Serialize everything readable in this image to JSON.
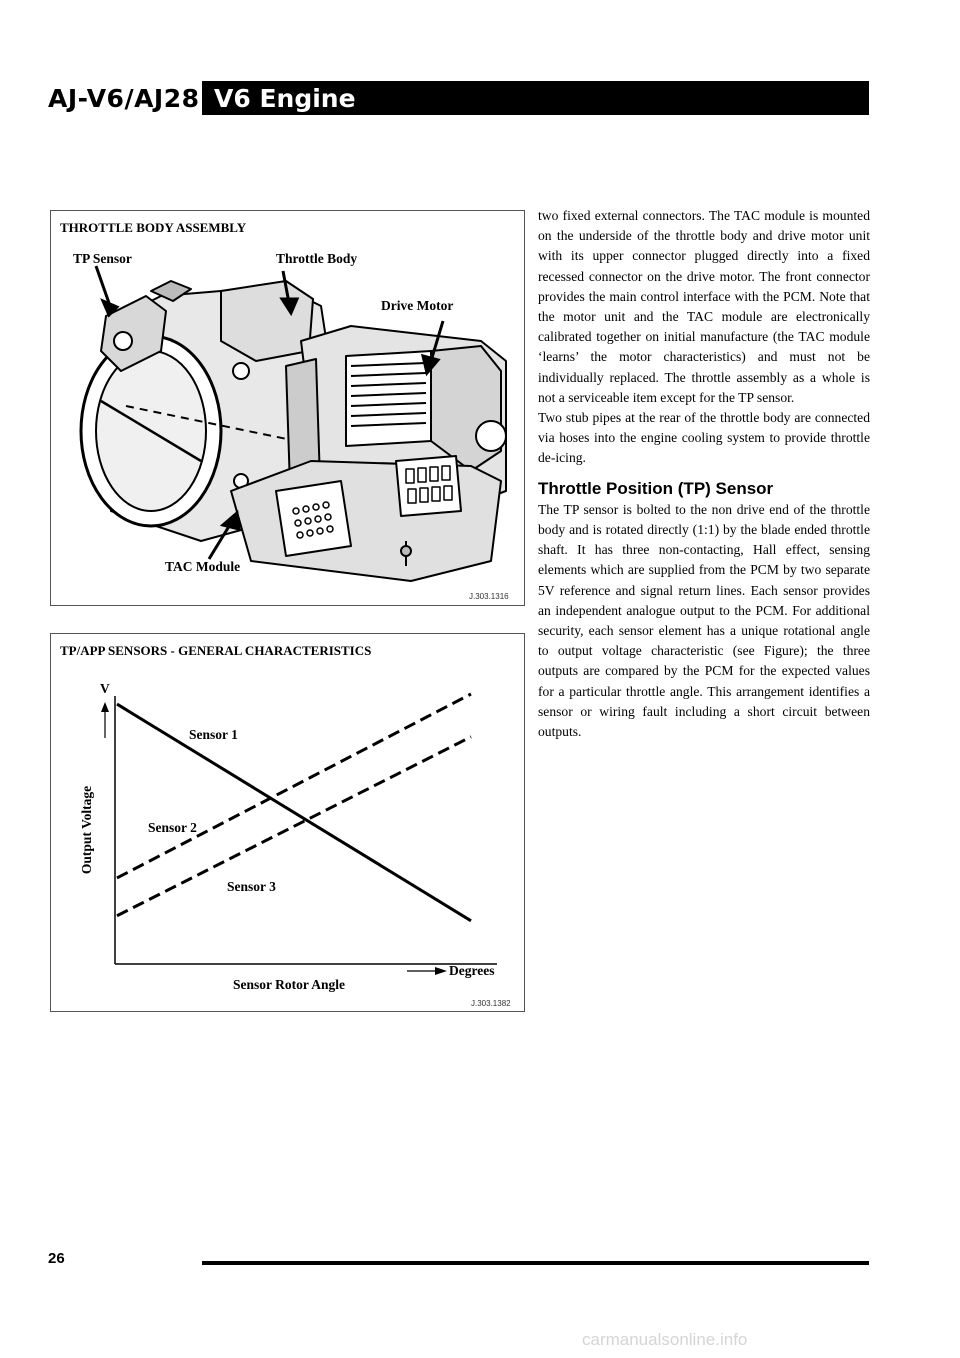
{
  "header": {
    "model": "AJ-V6/AJ28",
    "title": "V6 Engine"
  },
  "figure1": {
    "title": "THROTTLE BODY ASSEMBLY",
    "labels": {
      "tp_sensor": "TP Sensor",
      "throttle_body": "Throttle Body",
      "drive_motor": "Drive Motor",
      "tac_module": "TAC Module"
    },
    "ref": "J.303.1316"
  },
  "figure2": {
    "title": "TP/APP SENSORS - GENERAL CHARACTERISTICS",
    "ref": "J.303.1382"
  },
  "chart_data": {
    "type": "line",
    "title": "TP/APP SENSORS - GENERAL CHARACTERISTICS",
    "xlabel": "Sensor Rotor Angle",
    "ylabel": "Output Voltage",
    "x_unit": "Degrees",
    "y_unit": "V",
    "xlim": [
      0,
      1
    ],
    "ylim": [
      0,
      1
    ],
    "grid": false,
    "series": [
      {
        "name": "Sensor 1",
        "style": "solid",
        "x": [
          0,
          1
        ],
        "y": [
          0.96,
          0.1
        ]
      },
      {
        "name": "Sensor 2",
        "style": "dashed",
        "x": [
          0,
          1
        ],
        "y": [
          0.27,
          1.0
        ]
      },
      {
        "name": "Sensor 3",
        "style": "dashed",
        "x": [
          0,
          1
        ],
        "y": [
          0.12,
          0.83
        ]
      }
    ]
  },
  "body": {
    "para1": "two fixed external connectors. The TAC module is mounted on the underside of the throttle body and drive motor unit with its upper connector plugged directly into a fixed recessed connector on the drive motor. The front connector provides the main control interface with the PCM. Note that the motor unit and the TAC module are electronically calibrated together on initial manufacture (the TAC module ‘learns’ the motor characteristics) and must not be individually replaced. The throttle assembly as a whole is not a serviceable item except for the TP sensor.",
    "para2": "Two stub pipes at the rear of the throttle body are connected via hoses into the engine cooling system to provide throttle de-icing.",
    "heading": "Throttle Position (TP) Sensor",
    "para3": "The TP sensor is bolted to the non drive end of the throttle body and is rotated directly (1:1) by the blade ended throttle shaft. It has three non-contacting, Hall effect, sensing elements which are supplied from the PCM by two separate 5V reference and signal return lines. Each sensor provides an independent analogue output to the PCM. For additional security, each sensor element has a unique rotational angle to output voltage characteristic (see Figure); the three outputs are compared by the PCM for the expected values for a particular throttle angle. This arrangement identifies a sensor or wiring fault including a short circuit between outputs."
  },
  "footer": {
    "page_number": "26",
    "watermark": "carmanualsonline.info"
  }
}
